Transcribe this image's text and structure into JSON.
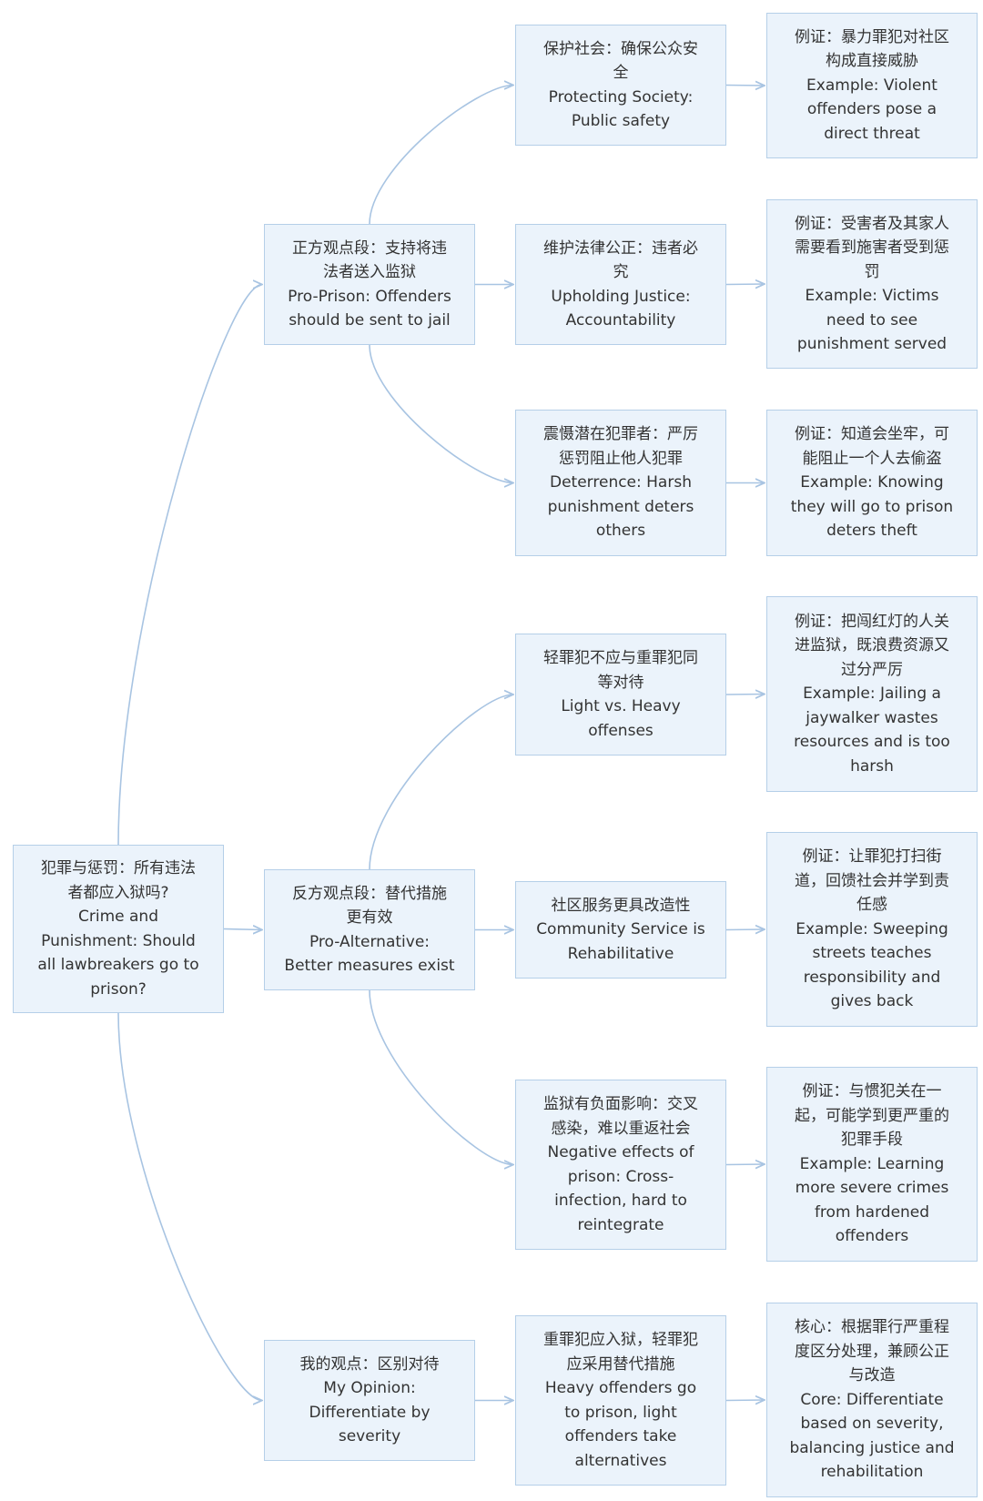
{
  "nodes": {
    "root": [
      "犯罪与惩罚：所有违法",
      "者都应入狱吗?",
      "Crime and",
      "Punishment: Should",
      "all lawbreakers go to",
      "prison?"
    ],
    "pro": [
      "正方观点段：支持将违",
      "法者送入监狱",
      "Pro-Prison: Offenders",
      "should be sent to jail"
    ],
    "con": [
      "反方观点段：替代措施",
      "更有效",
      "Pro-Alternative:",
      "Better measures exist"
    ],
    "mine": [
      "我的观点：区别对待",
      "My Opinion:",
      "Differentiate by",
      "severity"
    ],
    "p1": [
      "保护社会：确保公众安",
      "全",
      "Protecting Society:",
      "Public safety"
    ],
    "p2": [
      "维护法律公正：违者必",
      "究",
      "Upholding Justice:",
      "Accountability"
    ],
    "p3": [
      "震慑潜在犯罪者：严厉",
      "惩罚阻止他人犯罪",
      "Deterrence: Harsh",
      "punishment deters",
      "others"
    ],
    "c1": [
      "轻罪犯不应与重罪犯同",
      "等对待",
      "Light vs. Heavy",
      "offenses"
    ],
    "c2": [
      "社区服务更具改造性",
      "Community Service is",
      "Rehabilitative"
    ],
    "c3": [
      "监狱有负面影响：交叉",
      "感染，难以重返社会",
      "Negative effects of",
      "prison: Cross-",
      "infection, hard to",
      "reintegrate"
    ],
    "m1": [
      "重罪犯应入狱，轻罪犯",
      "应采用替代措施",
      "Heavy offenders go",
      "to prison, light",
      "offenders take",
      "alternatives"
    ],
    "ep1": [
      "例证：暴力罪犯对社区",
      "构成直接威胁",
      "Example: Violent",
      "offenders pose a",
      "direct threat"
    ],
    "ep2": [
      "例证：受害者及其家人",
      "需要看到施害者受到惩",
      "罚",
      "Example: Victims",
      "need to see",
      "punishment served"
    ],
    "ep3": [
      "例证：知道会坐牢，可",
      "能阻止一个人去偷盗",
      "Example: Knowing",
      "they will go to prison",
      "deters theft"
    ],
    "ec1": [
      "例证：把闯红灯的人关",
      "进监狱，既浪费资源又",
      "过分严厉",
      "Example: Jailing a",
      "jaywalker wastes",
      "resources and is too",
      "harsh"
    ],
    "ec2": [
      "例证：让罪犯打扫街",
      "道，回馈社会并学到责",
      "任感",
      "Example: Sweeping",
      "streets teaches",
      "responsibility and",
      "gives back"
    ],
    "ec3": [
      "例证：与惯犯关在一",
      "起，可能学到更严重的",
      "犯罪手段",
      "Example: Learning",
      "more severe crimes",
      "from hardened",
      "offenders"
    ],
    "em1": [
      "核心：根据罪行严重程",
      "度区分处理，兼顾公正",
      "与改造",
      "Core: Differentiate",
      "based on severity,",
      "balancing justice and",
      "rehabilitation"
    ]
  },
  "edges": [
    [
      "root",
      "pro"
    ],
    [
      "root",
      "con"
    ],
    [
      "root",
      "mine"
    ],
    [
      "pro",
      "p1"
    ],
    [
      "pro",
      "p2"
    ],
    [
      "pro",
      "p3"
    ],
    [
      "con",
      "c1"
    ],
    [
      "con",
      "c2"
    ],
    [
      "con",
      "c3"
    ],
    [
      "mine",
      "m1"
    ],
    [
      "p1",
      "ep1"
    ],
    [
      "p2",
      "ep2"
    ],
    [
      "p3",
      "ep3"
    ],
    [
      "c1",
      "ec1"
    ],
    [
      "c2",
      "ec2"
    ],
    [
      "c3",
      "ec3"
    ],
    [
      "m1",
      "em1"
    ]
  ],
  "colors": {
    "node_fill": "#ebf3fb",
    "node_border": "#b5cfe8",
    "edge": "#a8c4e2",
    "text": "#333333"
  }
}
